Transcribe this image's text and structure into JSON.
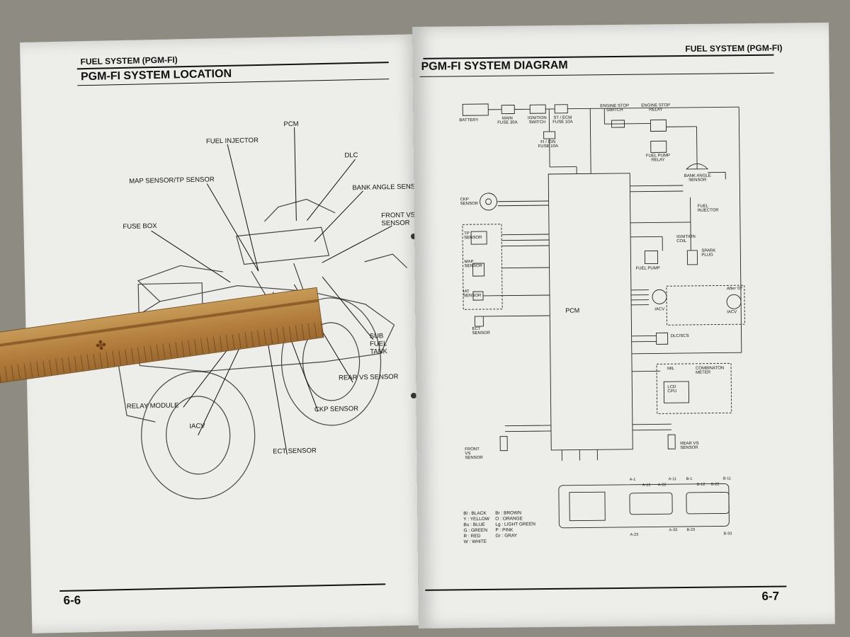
{
  "left_page": {
    "section_title": "FUEL SYSTEM (PGM-FI)",
    "page_title": "PGM-FI SYSTEM LOCATION",
    "page_number": "6-6",
    "callouts": [
      "PCM",
      "FUEL INJECTOR",
      "DLC",
      "MAP SENSOR/TP SENSOR",
      "BANK ANGLE SENSOR",
      "FRONT VS SENSOR",
      "FUSE BOX",
      "SUB FUEL TANK",
      "REAR VS SENSOR",
      "RELAY MODULE",
      "CKP SENSOR",
      "IACV",
      "ECT SENSOR"
    ]
  },
  "right_page": {
    "section_title": "FUEL SYSTEM (PGM-FI)",
    "page_title": "PGM-FI SYSTEM DIAGRAM",
    "page_number": "6-7",
    "components": {
      "battery": "BATTERY",
      "main_fuse": "MAIN FUSE 30A",
      "ignition_switch": "IGNITION SWITCH",
      "st_ecm_fuse": "ST / ECM FUSE 10A",
      "fi_ign_fuse": "FI / IGN FUSE 10A",
      "engine_stop_switch": "ENGINE STOP SWITCH",
      "engine_stop_relay": "ENGINE STOP RELAY",
      "fuel_pump_relay": "FUEL PUMP RELAY",
      "bank_angle_sensor": "BANK ANGLE SENSOR",
      "fuel_injector": "FUEL INJECTOR",
      "ignition_coil": "IGNITION COIL",
      "spark_plug": "SPARK PLUG",
      "fuel_pump": "FUEL PUMP",
      "pcm": "PCM",
      "ckp_sensor": "CKP SENSOR",
      "tp_sensor": "TP SENSOR",
      "map_sensor": "MAP SENSOR",
      "iat_sensor": "IAT SENSOR",
      "ect_sensor": "ECT SENSOR",
      "iacv": "IACV",
      "iacv_after": "After '07",
      "dlc_scs": "DLC/SCS",
      "mil": "MIL",
      "combination_meter": "COMBINATON METER",
      "lcd_cpu": "LCD CPU",
      "front_vs_sensor": "FRONT VS SENSOR",
      "rear_vs_sensor": "REAR VS SENSOR"
    },
    "connector_labels": [
      "A-1",
      "A-12",
      "A-22",
      "A-11",
      "B-1",
      "B-12",
      "B-22",
      "B-11",
      "A-23",
      "A-33",
      "B-23",
      "B-33"
    ],
    "legend": [
      [
        "Bl : BLACK",
        "Br : BROWN"
      ],
      [
        "Y : YELLOW",
        "O : ORANGE"
      ],
      [
        "Bu : BLUE",
        "Lg : LIGHT GREEN"
      ],
      [
        "G : GREEN",
        "P : PINK"
      ],
      [
        "R : RED",
        "Gr : GRAY"
      ],
      [
        "W : WHITE",
        ""
      ]
    ]
  }
}
